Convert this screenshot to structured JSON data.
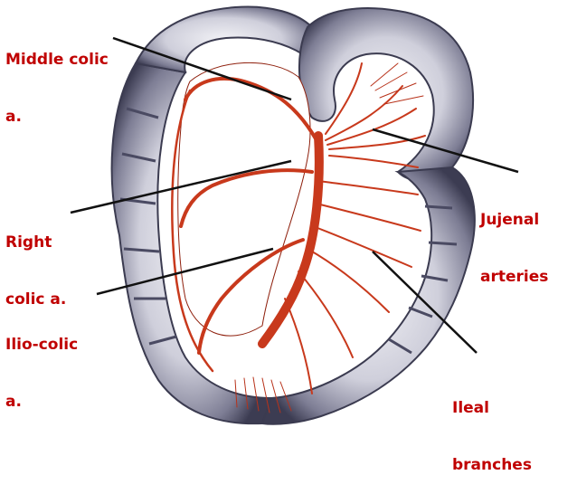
{
  "labels": {
    "middle_colic": {
      "line1": "Middle colic",
      "line2": "a."
    },
    "right_colic": {
      "line1": "Right",
      "line2": "colic a."
    },
    "ilio_colic": {
      "line1": "Ilio-colic",
      "line2": "a."
    },
    "jejunal": {
      "line1": "Jujenal",
      "line2": "arteries"
    },
    "ileal": {
      "line1": "Ileal",
      "line2": "branches"
    }
  },
  "colors": {
    "label": "#c00000",
    "artery": "#c8391c",
    "artery_dark": "#8e1f0c",
    "bowel_fill": "#d9d9e3",
    "bowel_shadow": "#6f6f86",
    "mesentery": "#ffffff",
    "pointer": "#111111"
  }
}
